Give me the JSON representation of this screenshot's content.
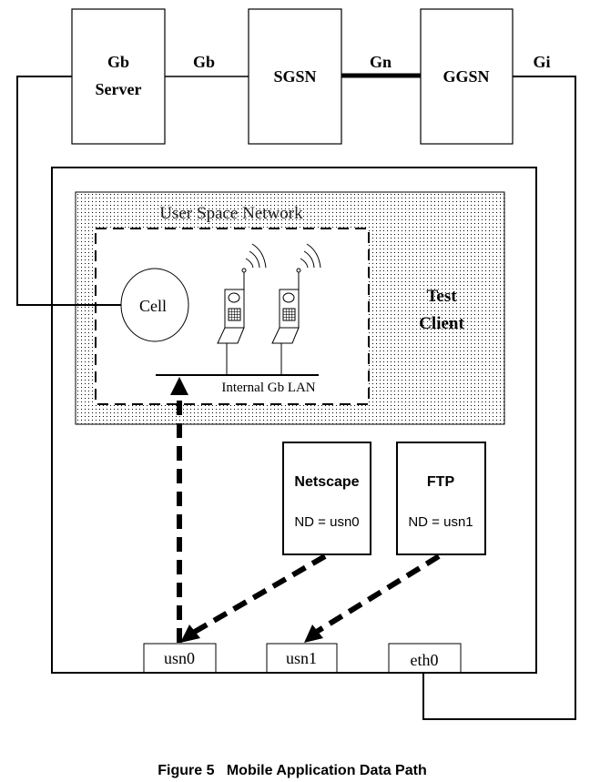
{
  "nodes": {
    "gb_server": {
      "line1": "Gb",
      "line2": "Server"
    },
    "sgsn": {
      "label": "SGSN"
    },
    "ggsn": {
      "label": "GGSN"
    },
    "test_client": {
      "line1": "Test",
      "line2": "Client"
    },
    "cell": {
      "label": "Cell"
    },
    "netscape": {
      "title": "Netscape",
      "nd": "ND = usn0"
    },
    "ftp": {
      "title": "FTP",
      "nd": "ND = usn1"
    },
    "usn0": {
      "label": "usn0"
    },
    "usn1": {
      "label": "usn1"
    },
    "eth0": {
      "label": "eth0"
    }
  },
  "links": {
    "gb": "Gb",
    "gn": "Gn",
    "gi": "Gi"
  },
  "regions": {
    "user_space_network": "User Space Network",
    "internal_lan": "Internal  Gb  LAN"
  },
  "caption": "Figure 5   Mobile Application Data Path"
}
